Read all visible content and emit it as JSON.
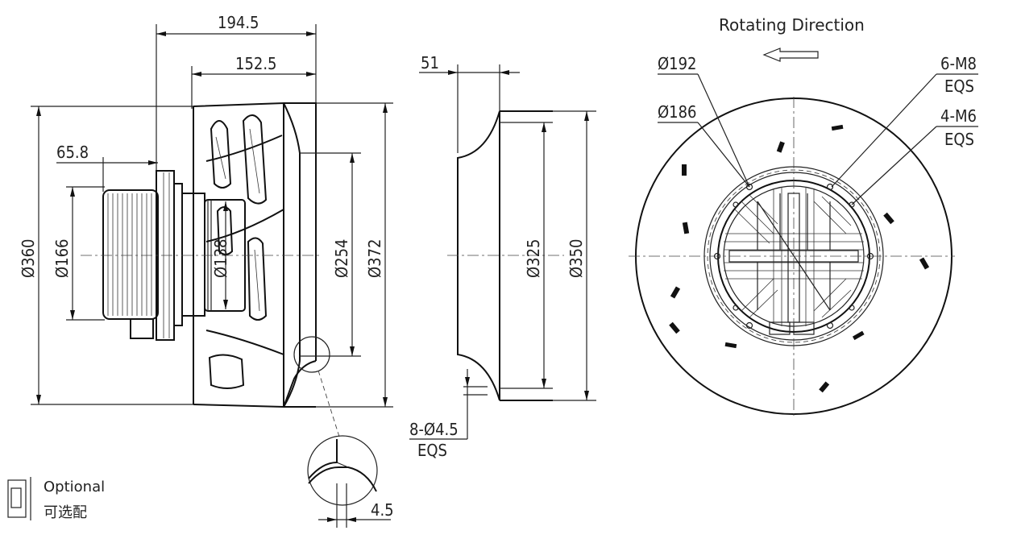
{
  "side_view": {
    "dim_total_depth": "194.5",
    "dim_impeller_depth": "152.5",
    "dim_motor_offset": "65.8",
    "dim_outer_diameter": "Ø360",
    "dim_motor_diameter": "Ø166",
    "dim_hub_diameter": "Ø138",
    "dim_inlet_diameter": "Ø254",
    "dim_impeller_diameter": "Ø372",
    "detail_dim": "4.5"
  },
  "nozzle_view": {
    "dim_depth": "51",
    "dim_inner_diameter": "Ø325",
    "dim_outer_diameter": "Ø350",
    "hole_spec_line1": "8-Ø4.5",
    "hole_spec_line2": "EQS"
  },
  "front_view": {
    "rotation_label": "Rotating Direction",
    "dim_pcd_outer": "Ø192",
    "dim_pcd_inner": "Ø186",
    "thread_m8_line1": "6-M8",
    "thread_m8_line2": "EQS",
    "thread_m6_line1": "4-M6",
    "thread_m6_line2": "EQS"
  },
  "legend": {
    "optional_en": "Optional",
    "optional_cn": "可选配"
  }
}
